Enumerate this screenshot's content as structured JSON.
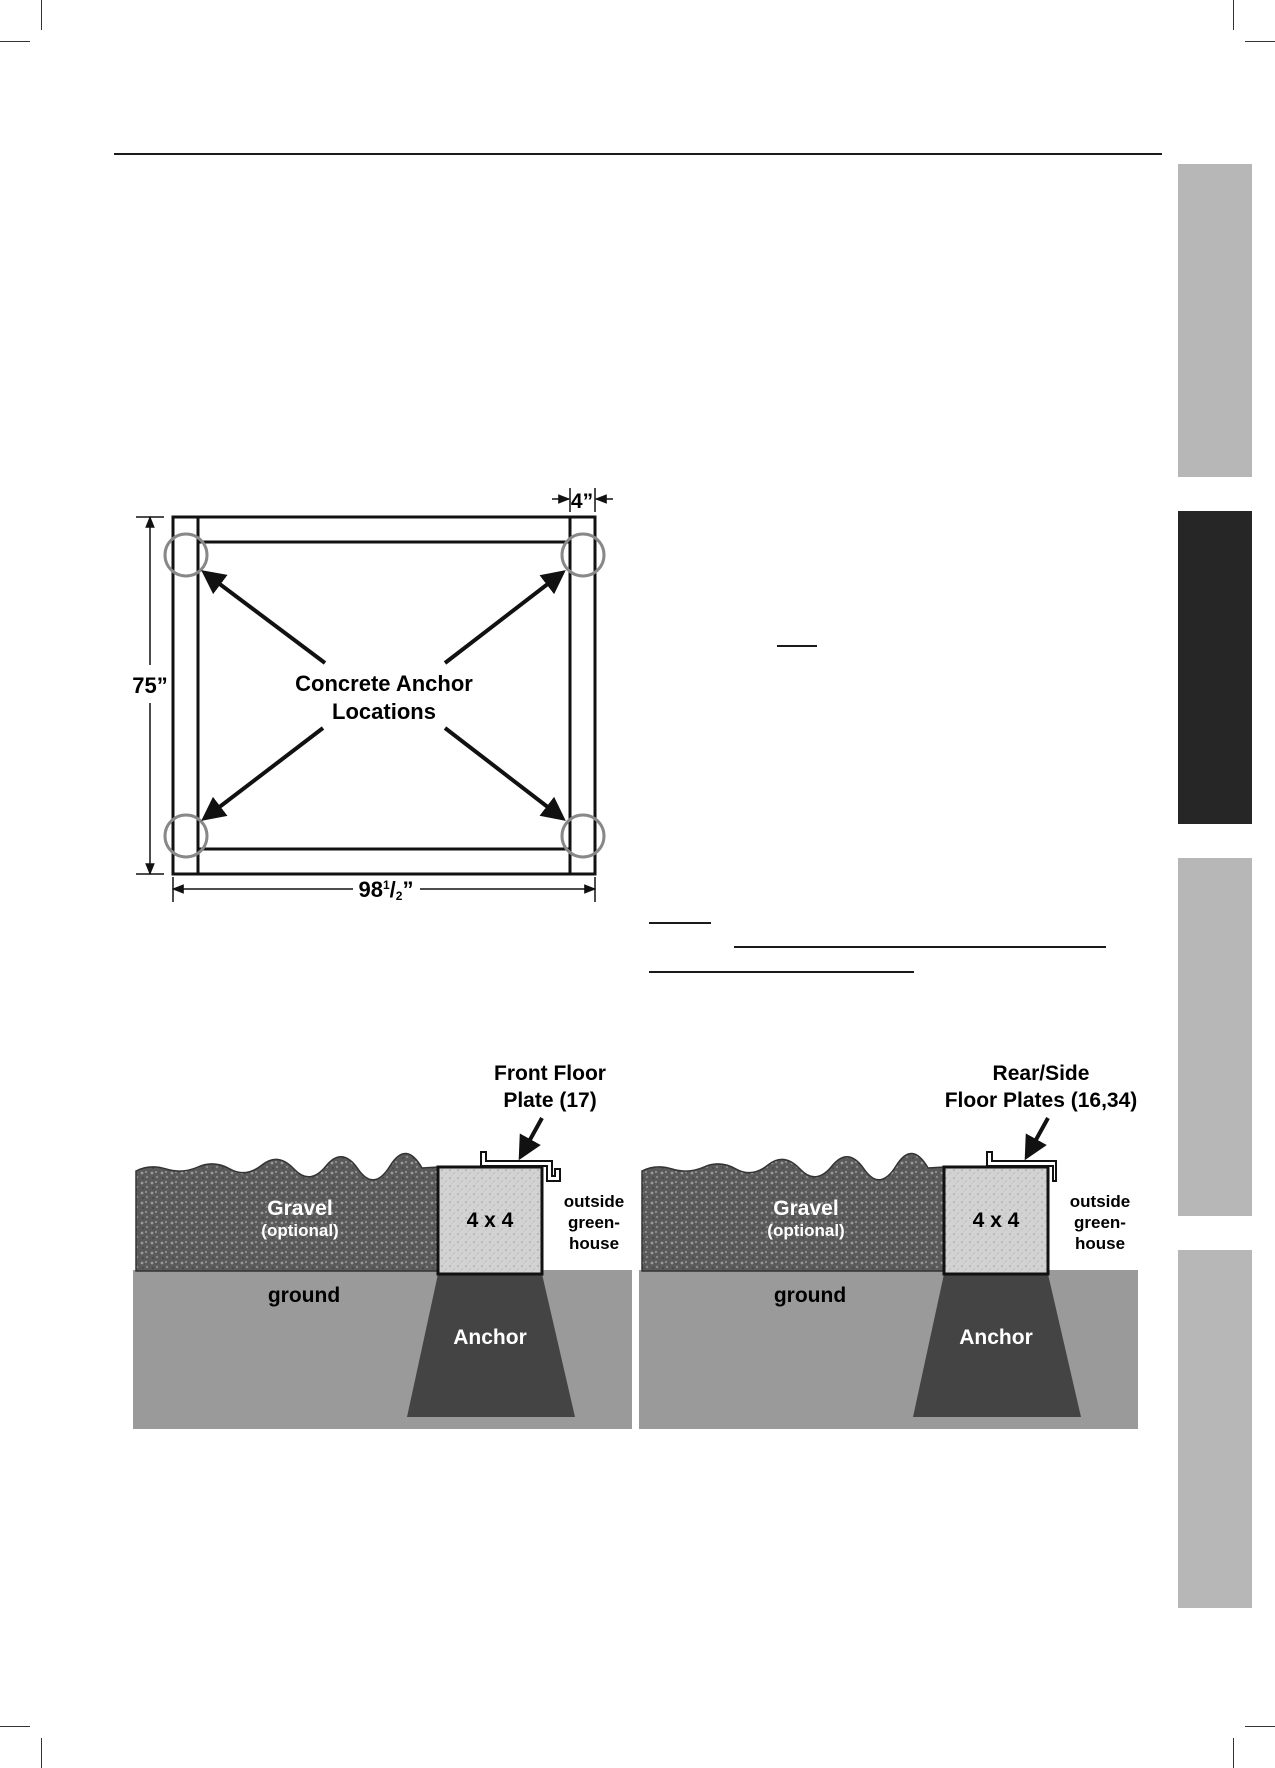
{
  "plan": {
    "width_label_whole": "98",
    "width_label_num": "1",
    "width_label_den": "2",
    "width_label_mark": "”",
    "height_label": "75”",
    "member_label": "4”",
    "center_label_line1": "Concrete Anchor",
    "center_label_line2": "Locations"
  },
  "sections": [
    {
      "plate_label_line1": "Front Floor",
      "plate_label_line2": "Plate (17)",
      "gravel_label": "Gravel",
      "gravel_sub": "(optional)",
      "post_label": "4 x 4",
      "outside_line1": "outside",
      "outside_line2": "green-",
      "outside_line3": "house",
      "ground_label": "ground",
      "anchor_label": "Anchor"
    },
    {
      "plate_label_line1": "Rear/Side",
      "plate_label_line2": "Floor Plates (16,34)",
      "gravel_label": "Gravel",
      "gravel_sub": "(optional)",
      "post_label": "4 x 4",
      "outside_line1": "outside",
      "outside_line2": "green-",
      "outside_line3": "house",
      "ground_label": "ground",
      "anchor_label": "Anchor"
    }
  ],
  "colors": {
    "ground": "#9a9a9a",
    "anchor": "#444444",
    "gravel": "#5a5a5a",
    "post": "#d2d2d2",
    "tab_gray": "#b7b7b7",
    "tab_dark": "#262626"
  }
}
